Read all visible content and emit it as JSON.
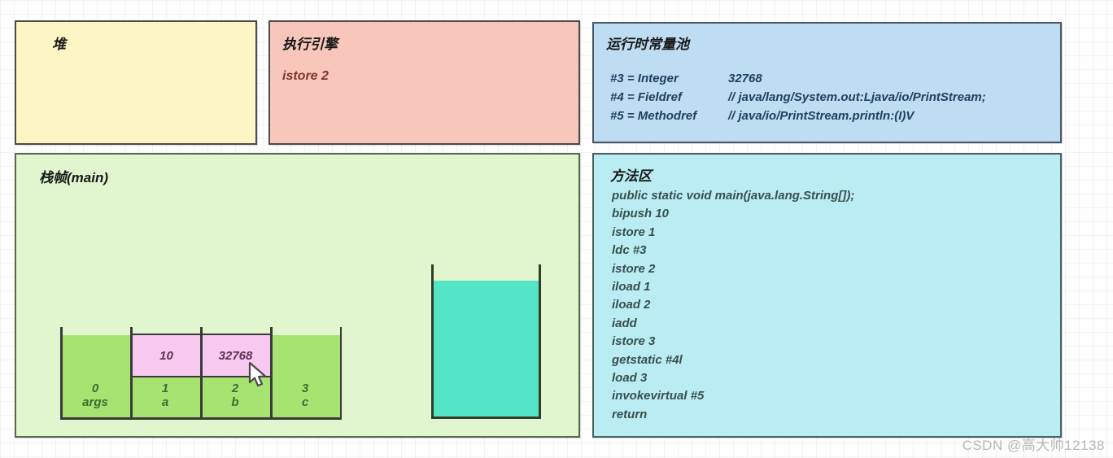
{
  "page": {
    "watermark": "CSDN @高大帅12138"
  },
  "colors": {
    "heap_bg": "#fbf6c4",
    "engine_bg": "#f9c6bb",
    "constant_pool_bg": "#bedcf2",
    "stack_frame_bg": "#e1f6cf",
    "method_area_bg": "#b9edf3",
    "local_var_green": "#a7e371",
    "local_var_pink": "#f7c9f0",
    "operand_stack_fill": "#54e5c6"
  },
  "heap": {
    "title": "堆"
  },
  "engine": {
    "title": "执行引擎",
    "instruction": "istore 2"
  },
  "constant_pool": {
    "title": "运行时常量池",
    "entries": [
      {
        "label": "#3 = Integer",
        "value": "32768"
      },
      {
        "label": "#4 = Fieldref",
        "value": "// java/lang/System.out:Ljava/io/PrintStream;"
      },
      {
        "label": "#5 = Methodref",
        "value": "// java/io/PrintStream.println:(I)V"
      }
    ]
  },
  "stack_frame": {
    "title": "栈帧(main)",
    "local_variables": [
      {
        "index": "0",
        "name": "args",
        "value": ""
      },
      {
        "index": "1",
        "name": "a",
        "value": "10"
      },
      {
        "index": "2",
        "name": "b",
        "value": "32768"
      },
      {
        "index": "3",
        "name": "c",
        "value": ""
      }
    ]
  },
  "method_area": {
    "title": "方法区",
    "lines": [
      "public static void main(java.lang.String[]);",
      "bipush 10",
      "istore 1",
      "ldc #3",
      "istore 2",
      "iload 1",
      "iload 2",
      "iadd",
      "istore 3",
      "getstatic #4l",
      "load 3",
      "invokevirtual #5",
      "return"
    ]
  }
}
